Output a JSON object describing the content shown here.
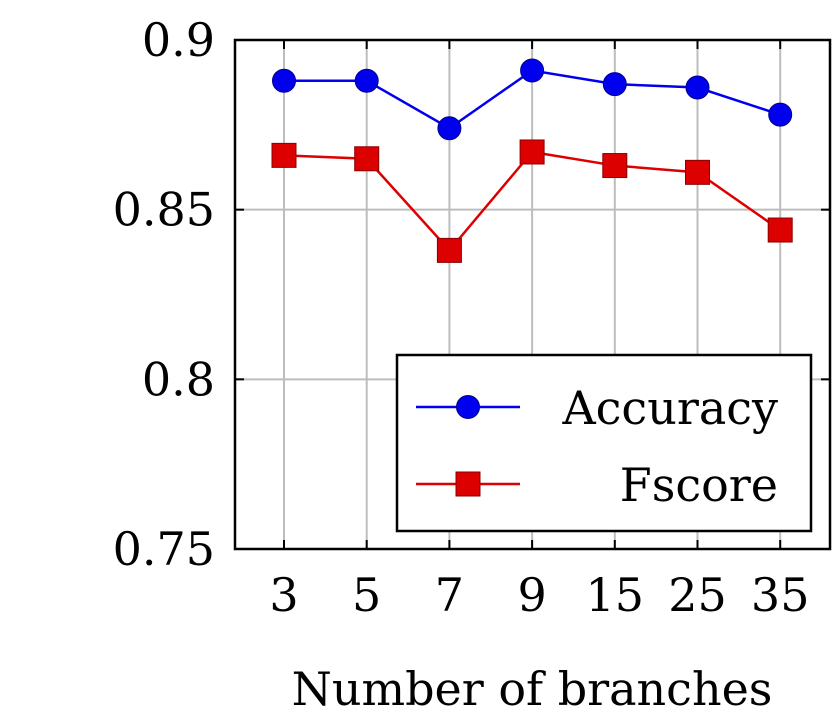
{
  "chart_data": {
    "type": "line",
    "categories": [
      "3",
      "5",
      "7",
      "9",
      "15",
      "25",
      "35"
    ],
    "series": [
      {
        "name": "Accuracy",
        "values": [
          0.888,
          0.888,
          0.874,
          0.891,
          0.887,
          0.886,
          0.878
        ],
        "color": "#0000ee",
        "marker": "circle"
      },
      {
        "name": "Fscore",
        "values": [
          0.866,
          0.865,
          0.838,
          0.867,
          0.863,
          0.861,
          0.844
        ],
        "color": "#dd0000",
        "marker": "square"
      }
    ],
    "title": "",
    "xlabel": "Number of branches",
    "ylabel": "",
    "ylim": [
      0.75,
      0.9
    ],
    "yticks": [
      "0.75",
      "0.8",
      "0.85",
      "0.9"
    ],
    "grid": true,
    "legend_position": "bottom-right"
  }
}
